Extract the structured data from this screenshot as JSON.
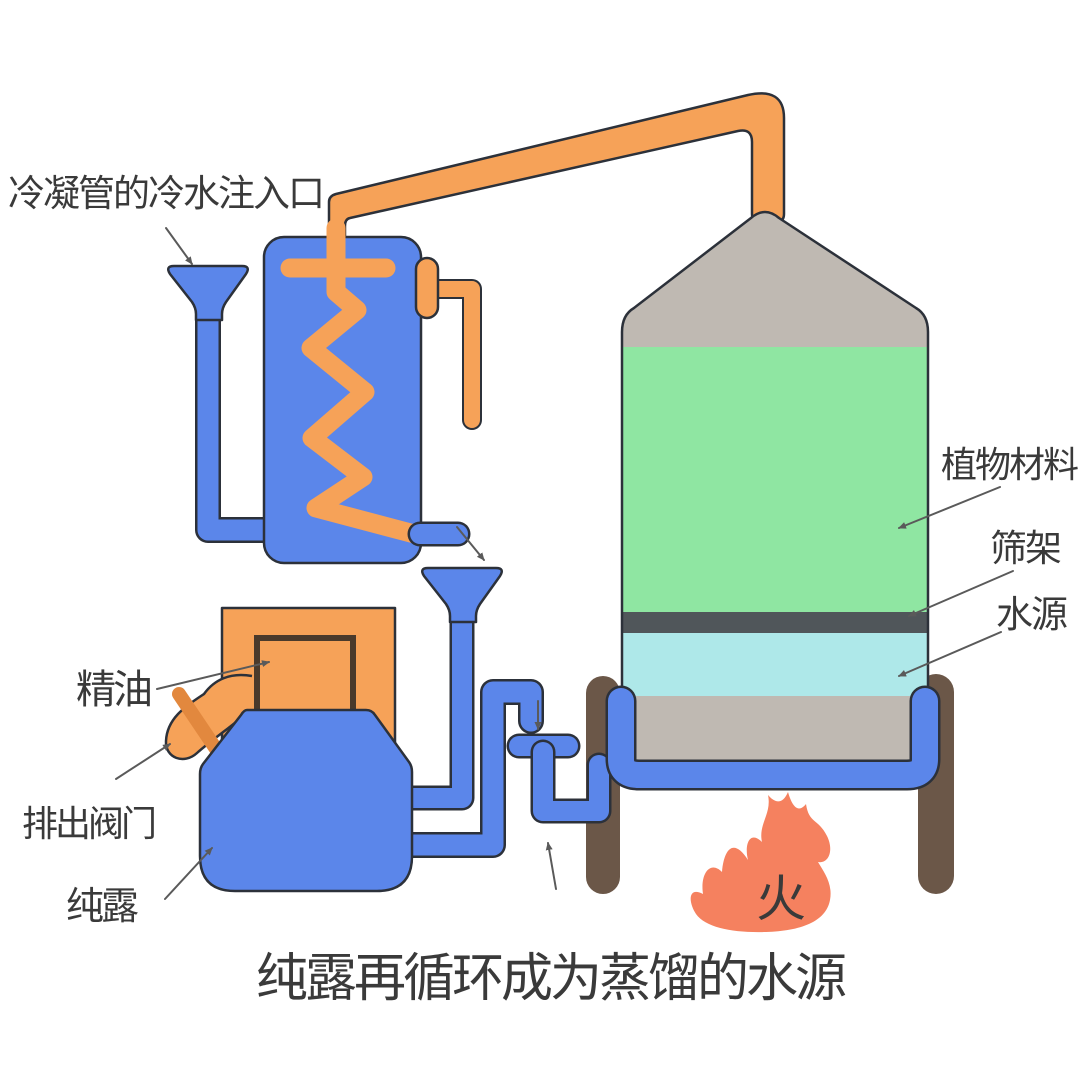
{
  "labels": {
    "cold_water_inlet": "冷凝管的冷水注入口",
    "essential_oil": "精油",
    "discharge_valve": "排出阀门",
    "hydrosol": "纯露",
    "plant_material": "植物材料",
    "sieve_rack": "筛架",
    "water_source": "水源",
    "fire": "火",
    "caption": "纯露再循环成为蒸馏的水源"
  },
  "palette": {
    "background": "#ffffff",
    "pipe_blue": "#5b86ea",
    "pipe_orange": "#f6a258",
    "valve_handle_orange": "#e2883e",
    "plant_green": "#8fe6a2",
    "water_cyan": "#aee8e9",
    "vessel_gray": "#bfb9b2",
    "sieve_dark": "#50565a",
    "leg_brown": "#6b5748",
    "flame_coral": "#f5815f",
    "fire_char": "#ffffff",
    "label_text": "#3a3a3a",
    "arrow_gray": "#5a5a5a",
    "outline_dark": "#2c313a",
    "separator_window_outline": "#4a3a2b"
  }
}
